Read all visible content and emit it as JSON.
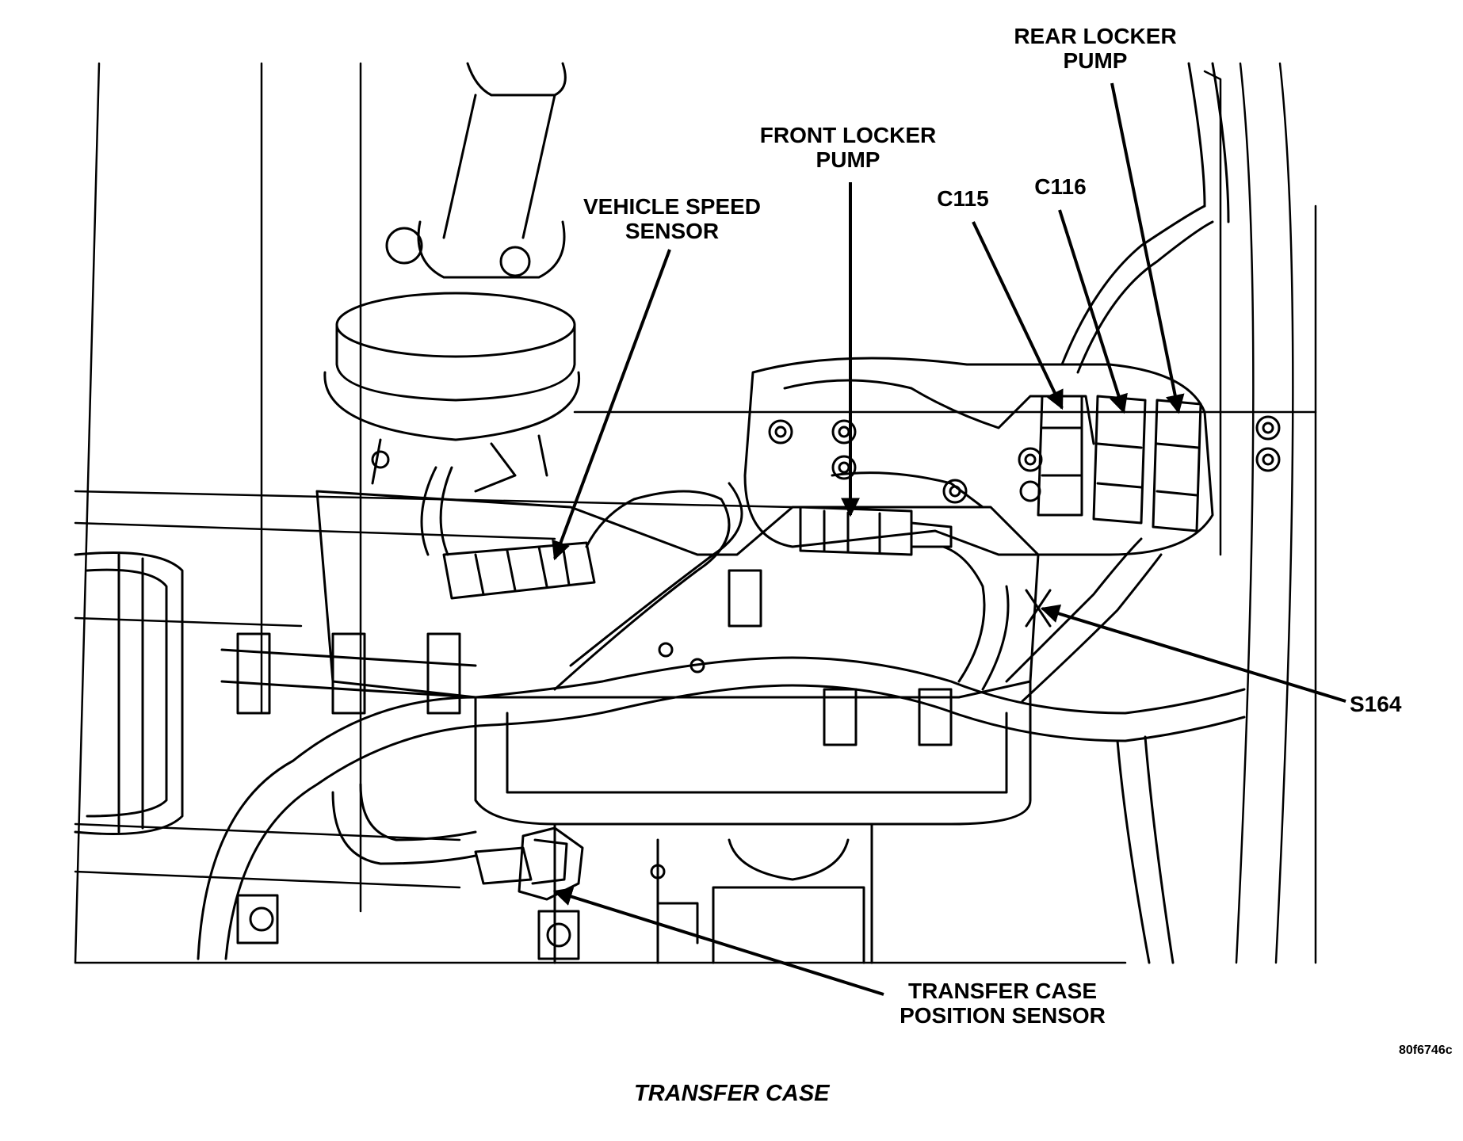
{
  "labels": {
    "rear_locker_pump": [
      "REAR LOCKER",
      "PUMP"
    ],
    "front_locker_pump": [
      "FRONT LOCKER",
      "PUMP"
    ],
    "vehicle_speed_sensor": [
      "VEHICLE SPEED",
      "SENSOR"
    ],
    "c115": "C115",
    "c116": "C116",
    "s164": "S164",
    "transfer_case_position_sensor": [
      "TRANSFER CASE",
      "POSITION SENSOR"
    ]
  },
  "figure_code": "80f6746c",
  "caption": "TRANSFER CASE"
}
